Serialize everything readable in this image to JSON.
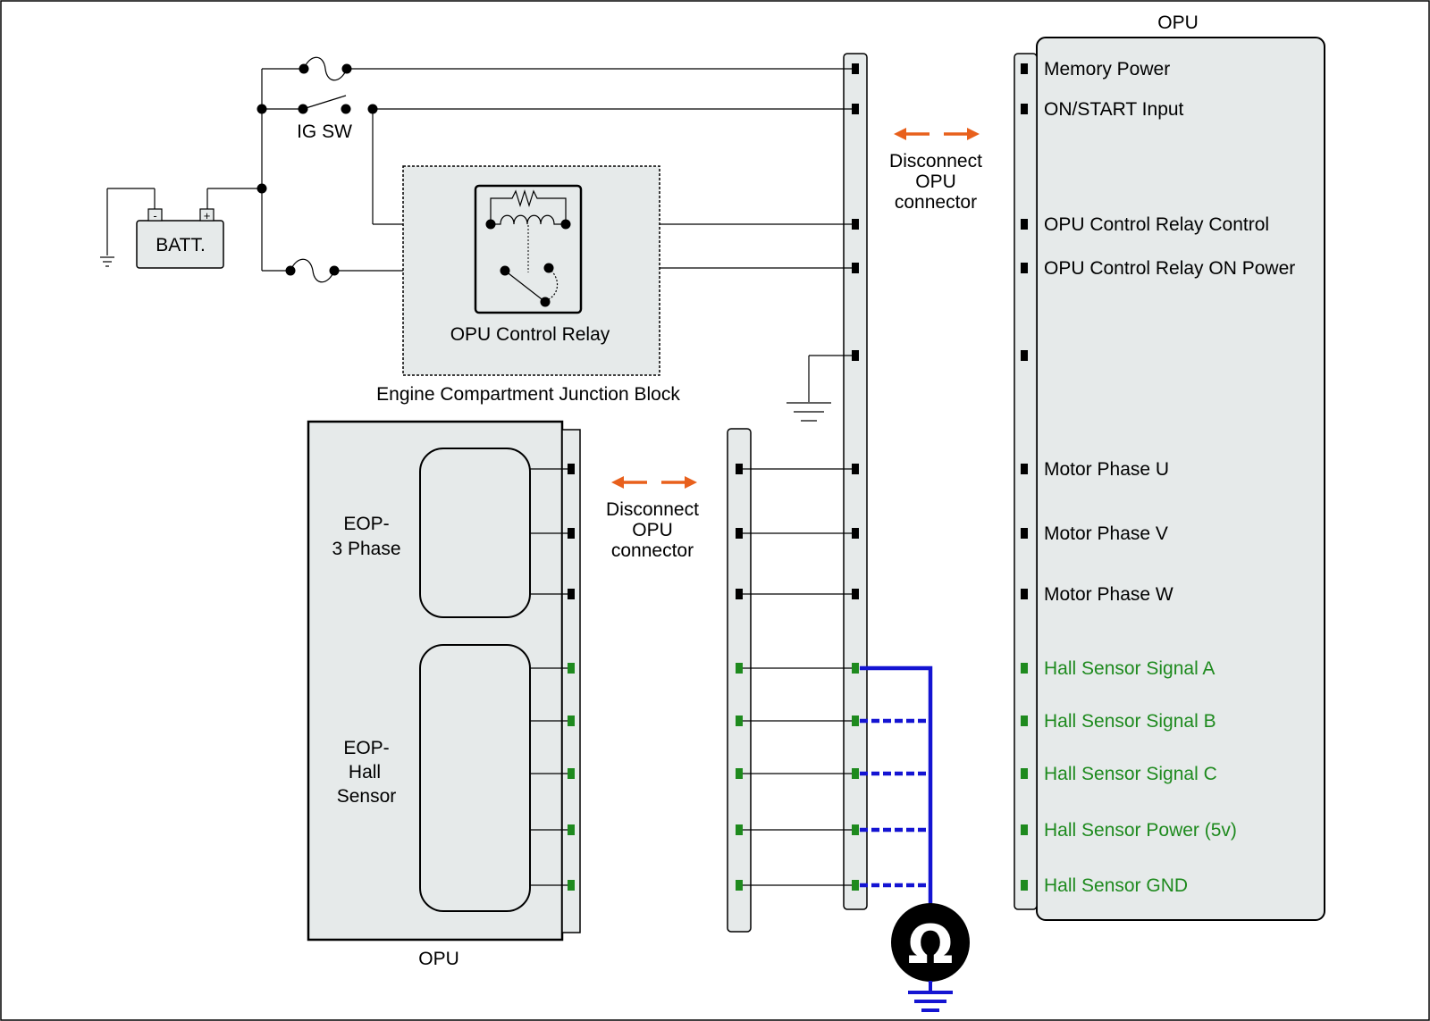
{
  "colors": {
    "panel_fill": "#e6eaea",
    "wire": "#000000",
    "hall_pin": "#1e8a1e",
    "probe_wire": "#1414d2",
    "arrow": "#e8601c"
  },
  "top_opu": {
    "title": "OPU",
    "pins": [
      {
        "label": "Memory Power",
        "type": "power"
      },
      {
        "label": "ON/START  Input",
        "type": "power"
      },
      {
        "label": "OPU Control Relay Control",
        "type": "power"
      },
      {
        "label": "OPU Control Relay ON Power",
        "type": "power"
      },
      {
        "label": "",
        "type": "ground"
      },
      {
        "label": "Motor Phase U",
        "type": "motor"
      },
      {
        "label": "Motor Phase V",
        "type": "motor"
      },
      {
        "label": "Motor Phase W",
        "type": "motor"
      },
      {
        "label": "Hall Sensor Signal A",
        "type": "hall"
      },
      {
        "label": "Hall Sensor Signal B",
        "type": "hall"
      },
      {
        "label": "Hall Sensor Signal C",
        "type": "hall"
      },
      {
        "label": "Hall Sensor Power (5v)",
        "type": "hall"
      },
      {
        "label": "Hall Sensor GND",
        "type": "hall"
      }
    ]
  },
  "battery": {
    "label": "BATT.",
    "neg": "-",
    "pos": "+"
  },
  "ig_switch": {
    "label": "IG SW"
  },
  "junction_block": {
    "label": "Engine Compartment Junction Block",
    "relay_label": "OPU Control Relay"
  },
  "eop": {
    "title": "OPU",
    "phase_label": [
      "EOP-",
      "3 Phase"
    ],
    "hall_label": [
      "EOP-",
      "Hall",
      "Sensor"
    ]
  },
  "disconnect_1": [
    "Disconnect",
    "OPU",
    "connector"
  ],
  "disconnect_2": [
    "Disconnect",
    "OPU",
    "connector"
  ],
  "meter": {
    "symbol": "Ω"
  }
}
